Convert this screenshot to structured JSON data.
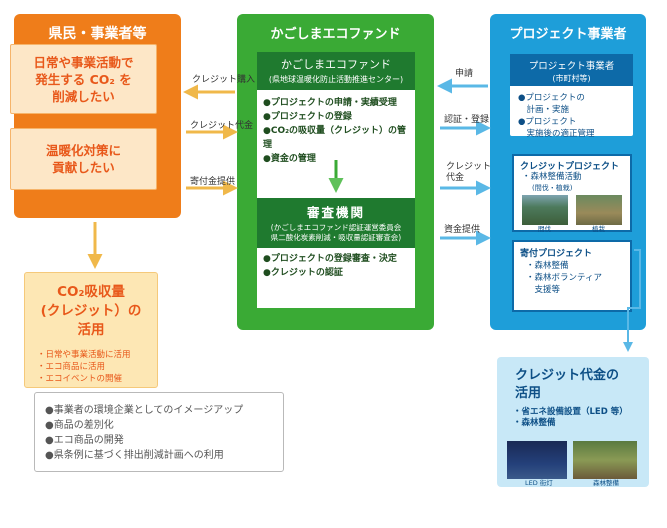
{
  "residents": {
    "title": "県民・事業者等",
    "box1": "日常や事業活動で\n発生する CO₂ を\n削減したい",
    "box2": "温暖化対策に\n貢献したい"
  },
  "co2": {
    "title": "CO₂吸収量\n(クレジット）の\n活用",
    "items": [
      "・日常や事業活動に活用",
      "・エコ商品に活用",
      "・エコイベントの開催"
    ]
  },
  "benefits": {
    "items": [
      "●事業者の環境企業としてのイメージアップ",
      "●商品の差別化",
      "●エコ商品の開発",
      "●県条例に基づく排出削減計画への利用"
    ]
  },
  "center": {
    "title": "かごしまエコファンド",
    "fund_title": "かごしまエコファンド",
    "fund_sub": "(県地球温暖化防止活動推進センター)",
    "fund_items": [
      "●プロジェクトの申請・実績受理",
      "●プロジェクトの登録",
      "●CO₂の吸収量（クレジット）の管理",
      "●資金の管理"
    ],
    "review_title": "審査機関",
    "review_sub": "(かごしまエコファンド認証運営委員会\n県二酸化炭素削減・吸収量認証審査会)",
    "review_items": [
      "●プロジェクトの登録審査・決定",
      "●クレジットの認証"
    ]
  },
  "right": {
    "title": "プロジェクト事業者",
    "inner_title": "プロジェクト事業者",
    "inner_sub": "(市町村等)",
    "inner_items": [
      "●プロジェクトの",
      "　計画・実施",
      "●プロジェクト",
      "　実施後の適正管理"
    ],
    "credit_title": "クレジットプロジェクト",
    "credit_item": "・森林整備活動",
    "credit_sub": "(間伐・植栽)",
    "photo1_caption": "間伐",
    "photo2_caption": "植栽",
    "donation_title": "寄付プロジェクト",
    "donation_items": [
      "・森林整備",
      "・森林ボランティア",
      "　支援等"
    ]
  },
  "usage": {
    "title": "クレジット代金の\n活用",
    "items": [
      "・省エネ設備設置（LED 等）",
      "・森林整備"
    ],
    "photo1_caption": "LED 街灯",
    "photo2_caption": "森林整備"
  },
  "arrows": {
    "credit_purchase": "クレジット購入",
    "credit_payment": "クレジット代金",
    "donation": "寄付金提供",
    "application": "申請",
    "certify_register": "認証・登録",
    "credit_payment2": "クレジット\n代金",
    "fund_provision": "資金提供"
  },
  "colors": {
    "orange": "#ef7d1a",
    "green": "#3aaa35",
    "blue": "#1e9ed9"
  }
}
